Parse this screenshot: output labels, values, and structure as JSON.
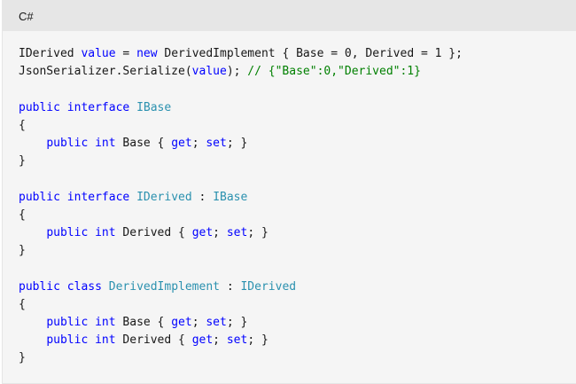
{
  "header": {
    "language": "C#"
  },
  "code": {
    "lines": [
      [
        {
          "t": "IDerived ",
          "c": "pl"
        },
        {
          "t": "value",
          "c": "kw"
        },
        {
          "t": " = ",
          "c": "pl"
        },
        {
          "t": "new",
          "c": "kw"
        },
        {
          "t": " DerivedImplement { Base = 0, Derived = 1 };",
          "c": "pl"
        }
      ],
      [
        {
          "t": "JsonSerializer.Serialize(",
          "c": "pl"
        },
        {
          "t": "value",
          "c": "kw"
        },
        {
          "t": "); ",
          "c": "pl"
        },
        {
          "t": "// {\"Base\":0,\"Derived\":1}",
          "c": "cm"
        }
      ],
      [],
      [
        {
          "t": "public",
          "c": "kw"
        },
        {
          "t": " ",
          "c": "pl"
        },
        {
          "t": "interface",
          "c": "kw"
        },
        {
          "t": " ",
          "c": "pl"
        },
        {
          "t": "IBase",
          "c": "ty"
        }
      ],
      [
        {
          "t": "{",
          "c": "pl"
        }
      ],
      [
        {
          "t": "    ",
          "c": "pl"
        },
        {
          "t": "public",
          "c": "kw"
        },
        {
          "t": " ",
          "c": "pl"
        },
        {
          "t": "int",
          "c": "kw"
        },
        {
          "t": " Base { ",
          "c": "pl"
        },
        {
          "t": "get",
          "c": "kw"
        },
        {
          "t": "; ",
          "c": "pl"
        },
        {
          "t": "set",
          "c": "kw"
        },
        {
          "t": "; }",
          "c": "pl"
        }
      ],
      [
        {
          "t": "}",
          "c": "pl"
        }
      ],
      [],
      [
        {
          "t": "public",
          "c": "kw"
        },
        {
          "t": " ",
          "c": "pl"
        },
        {
          "t": "interface",
          "c": "kw"
        },
        {
          "t": " ",
          "c": "pl"
        },
        {
          "t": "IDerived",
          "c": "ty"
        },
        {
          "t": " : ",
          "c": "pl"
        },
        {
          "t": "IBase",
          "c": "ty"
        }
      ],
      [
        {
          "t": "{",
          "c": "pl"
        }
      ],
      [
        {
          "t": "    ",
          "c": "pl"
        },
        {
          "t": "public",
          "c": "kw"
        },
        {
          "t": " ",
          "c": "pl"
        },
        {
          "t": "int",
          "c": "kw"
        },
        {
          "t": " Derived { ",
          "c": "pl"
        },
        {
          "t": "get",
          "c": "kw"
        },
        {
          "t": "; ",
          "c": "pl"
        },
        {
          "t": "set",
          "c": "kw"
        },
        {
          "t": "; }",
          "c": "pl"
        }
      ],
      [
        {
          "t": "}",
          "c": "pl"
        }
      ],
      [],
      [
        {
          "t": "public",
          "c": "kw"
        },
        {
          "t": " ",
          "c": "pl"
        },
        {
          "t": "class",
          "c": "kw"
        },
        {
          "t": " ",
          "c": "pl"
        },
        {
          "t": "DerivedImplement",
          "c": "ty"
        },
        {
          "t": " : ",
          "c": "pl"
        },
        {
          "t": "IDerived",
          "c": "ty"
        }
      ],
      [
        {
          "t": "{",
          "c": "pl"
        }
      ],
      [
        {
          "t": "    ",
          "c": "pl"
        },
        {
          "t": "public",
          "c": "kw"
        },
        {
          "t": " ",
          "c": "pl"
        },
        {
          "t": "int",
          "c": "kw"
        },
        {
          "t": " Base { ",
          "c": "pl"
        },
        {
          "t": "get",
          "c": "kw"
        },
        {
          "t": "; ",
          "c": "pl"
        },
        {
          "t": "set",
          "c": "kw"
        },
        {
          "t": "; }",
          "c": "pl"
        }
      ],
      [
        {
          "t": "    ",
          "c": "pl"
        },
        {
          "t": "public",
          "c": "kw"
        },
        {
          "t": " ",
          "c": "pl"
        },
        {
          "t": "int",
          "c": "kw"
        },
        {
          "t": " Derived { ",
          "c": "pl"
        },
        {
          "t": "get",
          "c": "kw"
        },
        {
          "t": "; ",
          "c": "pl"
        },
        {
          "t": "set",
          "c": "kw"
        },
        {
          "t": "; }",
          "c": "pl"
        }
      ],
      [
        {
          "t": "}",
          "c": "pl"
        }
      ]
    ]
  },
  "colors": {
    "keyword": "#0000ff",
    "type": "#2b91af",
    "comment": "#008000",
    "plain": "#171717",
    "header_bg": "#e6e6e6",
    "body_bg": "#f5f5f5"
  }
}
